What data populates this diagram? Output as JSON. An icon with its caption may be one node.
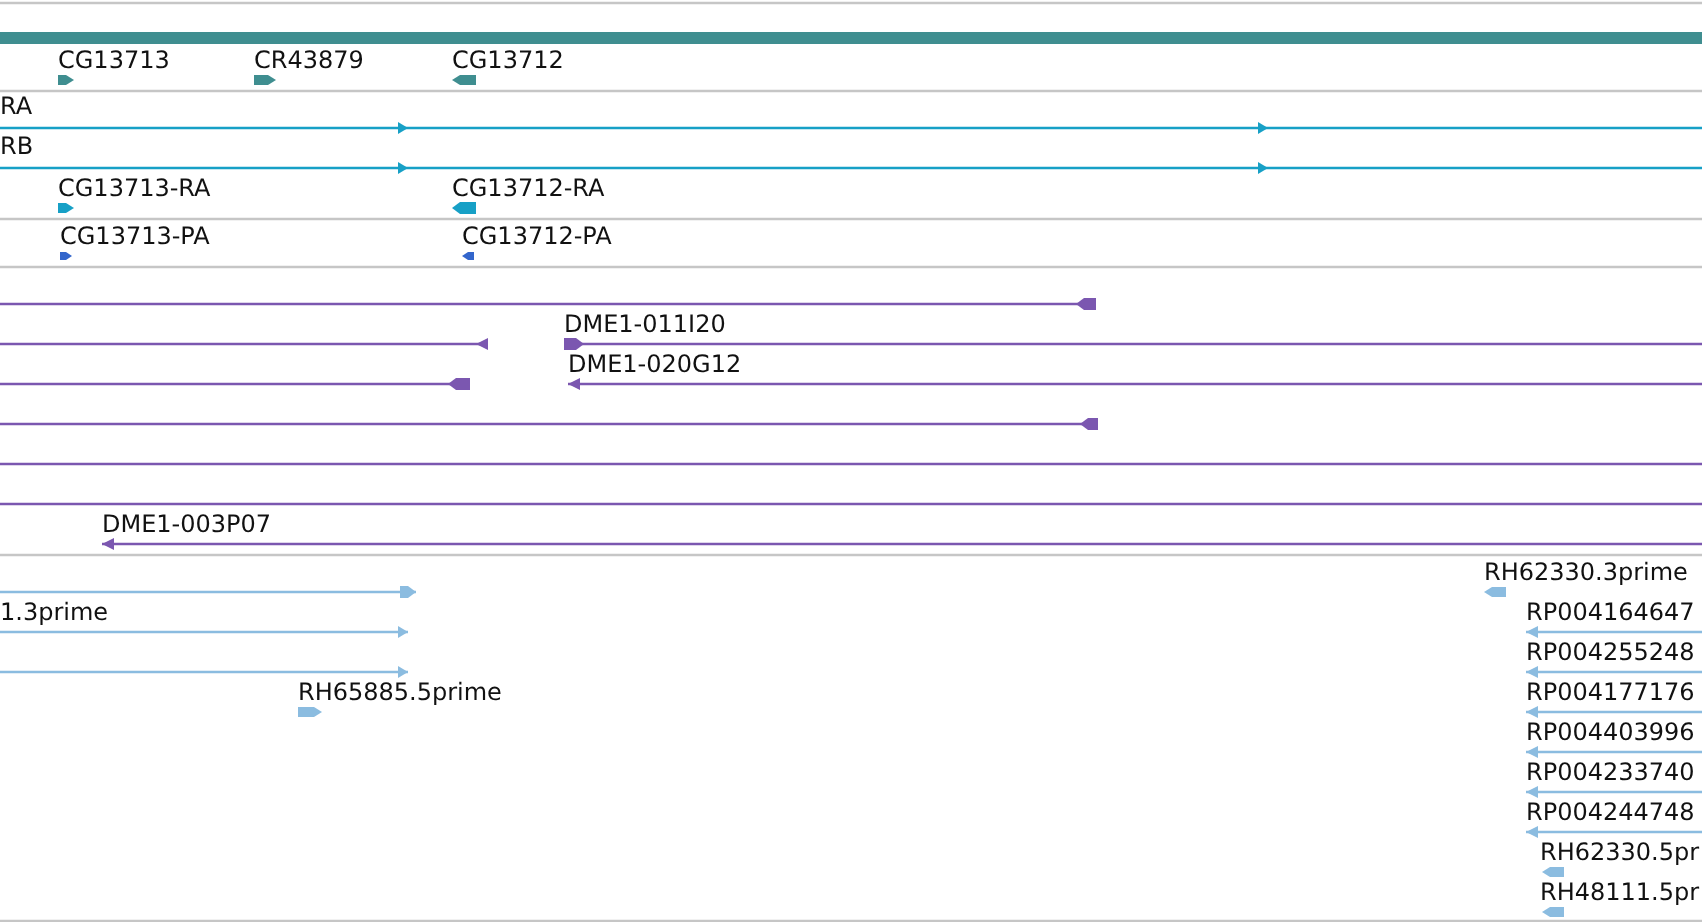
{
  "diagram": {
    "labels": [
      "CG13713",
      "CR43879",
      "CG13712",
      "RA",
      "RB",
      "CG13713-RA",
      "CG13712-RA",
      "CG13713-PA",
      "CG13712-PA",
      "DME1-011I20",
      "DME1-020G12",
      "DME1-003P07",
      "RH62330.3prime",
      "1.3prime",
      "RP004164647",
      "RP004255248",
      "RH65885.5prime",
      "RP004177176",
      "RP004403996",
      "RP004233740",
      "RP004244748",
      "RH62330.5pr",
      "RH48111.5pr"
    ]
  }
}
